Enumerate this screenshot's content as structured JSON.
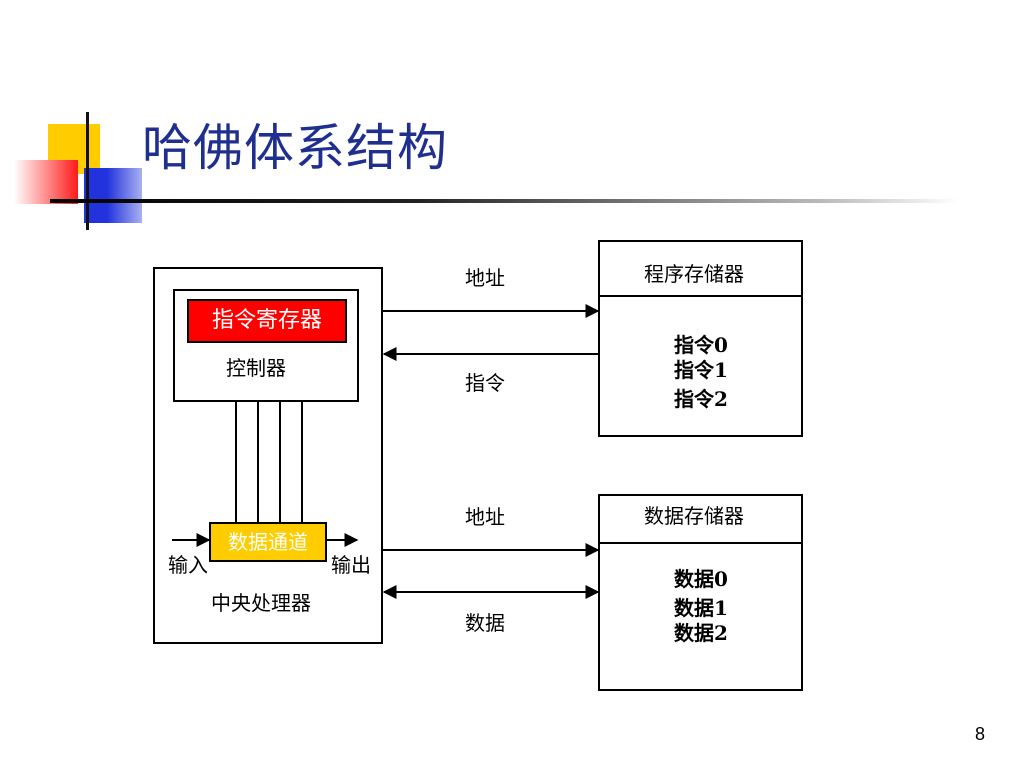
{
  "slide": {
    "title": "哈佛体系结构",
    "page_number": "8"
  },
  "cpu": {
    "label": "中央处理器",
    "controller_label": "控制器",
    "instruction_register": "指令寄存器",
    "datapath": "数据通道",
    "input_label": "输入",
    "output_label": "输出"
  },
  "program_memory": {
    "title": "程序存储器",
    "items": [
      "指令0",
      "指令1",
      "指令2"
    ],
    "address_label": "地址",
    "bus_label": "指令"
  },
  "data_memory": {
    "title": "数据存储器",
    "items": [
      "数据0",
      "数据1",
      "数据2"
    ],
    "address_label": "地址",
    "bus_label": "数据"
  },
  "colors": {
    "title": "#1f2f8f",
    "instruction_register_fill": "#ff0000",
    "datapath_fill": "#ffcc00"
  }
}
